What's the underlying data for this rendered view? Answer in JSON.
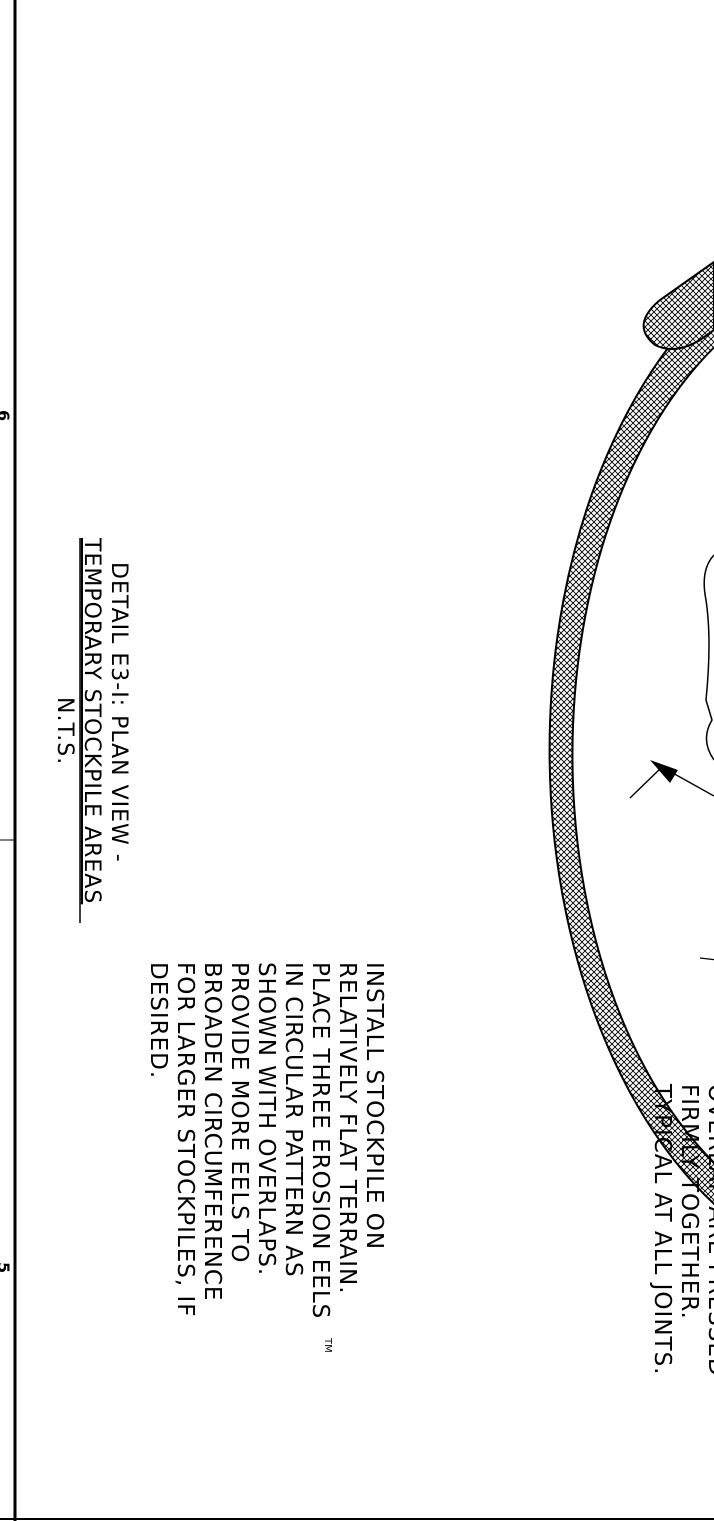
{
  "detail": {
    "title_line1": "DETAIL E3-I: PLAN VIEW -",
    "title_line2": "TEMPORARY STOCKPILE AREAS",
    "scale": "N.T.S."
  },
  "notes": {
    "install": [
      "INSTALL STOCKPILE ON",
      "RELATIVELY FLAT TERRAIN.",
      "PLACE THREE EROSION EELS",
      "IN CIRCULAR PATTERN AS",
      "SHOWN WITH OVERLAPS.",
      "PROVIDE MORE EELS TO",
      "BROADEN CIRCUMFERENCE",
      "FOR LARGER STOCKPILES, IF",
      "DESIRED."
    ],
    "trademark": "TM",
    "overlap": [
      "OVERLAP ARE PRESSED",
      "FIRMLY TOGETHER.",
      "TYPICAL AT ALL JOINTS."
    ]
  },
  "border": {
    "zone_left": "6",
    "zone_right": "5"
  },
  "colors": {
    "ink": "#000000",
    "paper": "#ffffff"
  }
}
